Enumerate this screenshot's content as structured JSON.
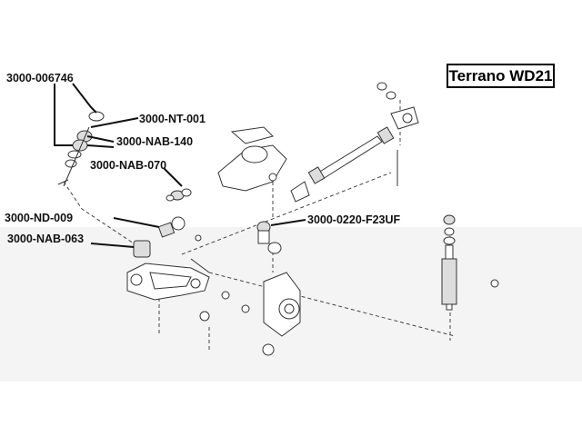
{
  "model_title": "Terrano WD21",
  "colors": {
    "line": "#111111",
    "background": "#ffffff",
    "part_fill": "#dddddd"
  },
  "labels": [
    {
      "id": "p1",
      "text": "3000-006746"
    },
    {
      "id": "p2",
      "text": "3000-NT-001"
    },
    {
      "id": "p3",
      "text": "3000-NAB-140"
    },
    {
      "id": "p4",
      "text": "3000-NAB-070"
    },
    {
      "id": "p5",
      "text": "3000-ND-009"
    },
    {
      "id": "p6",
      "text": "3000-NAB-063"
    },
    {
      "id": "p7",
      "text": "3000-0220-F23UF"
    }
  ]
}
